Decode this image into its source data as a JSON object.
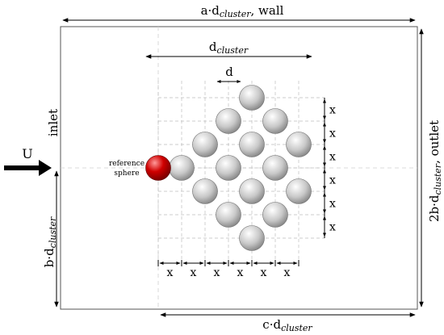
{
  "labels": {
    "top_main": "a·d",
    "top_sub": "cluster",
    "top_tail": ", wall",
    "dcluster_main": "d",
    "dcluster_sub": "cluster",
    "d_label": "d",
    "inlet": "inlet",
    "outlet_pre": "2b·d",
    "outlet_sub": "cluster",
    "outlet_tail": ", outlet",
    "b_main": "b·d",
    "b_sub": "cluster",
    "c_main": "c·d",
    "c_sub": "cluster",
    "velocity": "U",
    "ref_line1": "reference",
    "ref_line2": "sphere",
    "spacing": "x"
  },
  "colors": {
    "sphere_grey": "#c8c8c8",
    "reference_sphere": "#c00000",
    "guide_lines": "#bdbdbd"
  }
}
